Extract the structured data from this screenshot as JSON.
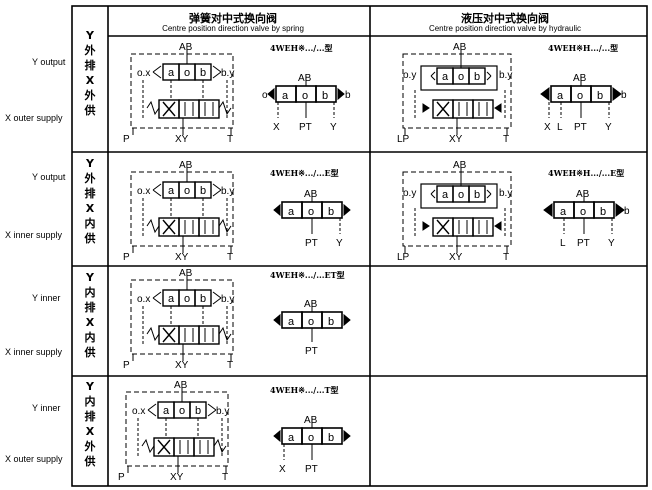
{
  "headers": {
    "spring": {
      "title": "弹簧对中式换向阀",
      "subtitle": "Centre position direction valve by spring"
    },
    "hydraulic": {
      "title": "液压对中式换向阀",
      "subtitle": "Centre position direction valve by hydraulic"
    }
  },
  "rows": [
    {
      "label_top": "Y output",
      "label_bottom": "X outer supply",
      "vertical": [
        "Y",
        "外",
        "排",
        "X",
        "外",
        "供"
      ],
      "spring_model": "4WEH※.../...型",
      "hydraulic_model": "4WEH※H.../...型"
    },
    {
      "label_top": "Y output",
      "label_bottom": "X inner supply",
      "vertical": [
        "Y",
        "外",
        "排",
        "X",
        "内",
        "供"
      ],
      "spring_model": "4WEH※.../...E型",
      "hydraulic_model": "4WEH※H.../...E型"
    },
    {
      "label_top": "Y inner",
      "label_bottom": "X inner supply",
      "vertical": [
        "Y",
        "内",
        "排",
        "X",
        "内",
        "供"
      ],
      "spring_model": "4WEH※.../...ET型",
      "hydraulic_model": ""
    },
    {
      "label_top": "Y inner",
      "label_bottom": "X outer supply",
      "vertical": [
        "Y",
        "内",
        "排",
        "X",
        "外",
        "供"
      ],
      "spring_model": "4WEH※.../...T型",
      "hydraulic_model": ""
    }
  ],
  "ports": {
    "ab": "AB",
    "a": "a",
    "o": "o",
    "b": "b",
    "ox": "o.x",
    "by": "b.y",
    "oy": "o.y",
    "p": "P",
    "t": "T",
    "x": "X",
    "y": "Y",
    "xy": "XY",
    "pt": "PT",
    "l": "L",
    "lp": "LP"
  }
}
